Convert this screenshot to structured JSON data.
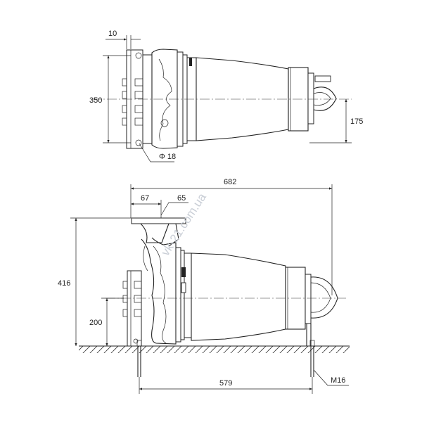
{
  "top_view": {
    "dim_flange": "10",
    "dim_height": "350",
    "dim_axis": "175",
    "dim_hole": "Φ 18"
  },
  "side_view": {
    "dim_length": "682",
    "dim_offset_a": "67",
    "dim_offset_b": "65",
    "dim_height": "416",
    "dim_axis": "200",
    "dim_base": "579",
    "dim_bolt": "M16"
  },
  "watermark": "vk-21.com.ua",
  "colors": {
    "line": "#222222",
    "fill": "#ffffff",
    "watermark": "#c9ced6"
  }
}
